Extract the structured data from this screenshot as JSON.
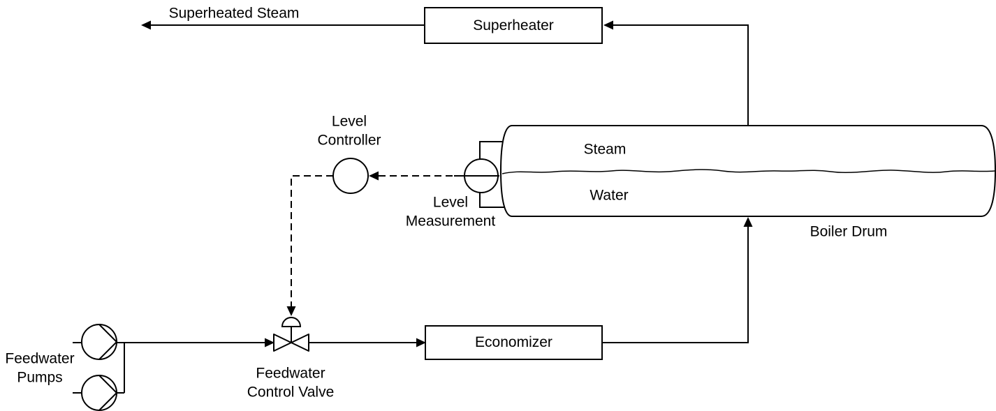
{
  "colors": {
    "line": "#000000",
    "background": "#ffffff",
    "equipment_fill": "#ffffff"
  },
  "diagram": {
    "stream_labels": {
      "superheated_steam": "Superheated Steam",
      "steam": "Steam",
      "water": "Water"
    },
    "equipment": {
      "superheater": "Superheater",
      "economizer": "Economizer",
      "boiler_drum": "Boiler Drum",
      "feedwater_pumps": "Feedwater\nPumps",
      "feedwater_control_valve": "Feedwater\nControl Valve"
    },
    "instruments": {
      "level_controller": "Level\nController",
      "level_measurement": "Level\nMeasurement"
    }
  }
}
